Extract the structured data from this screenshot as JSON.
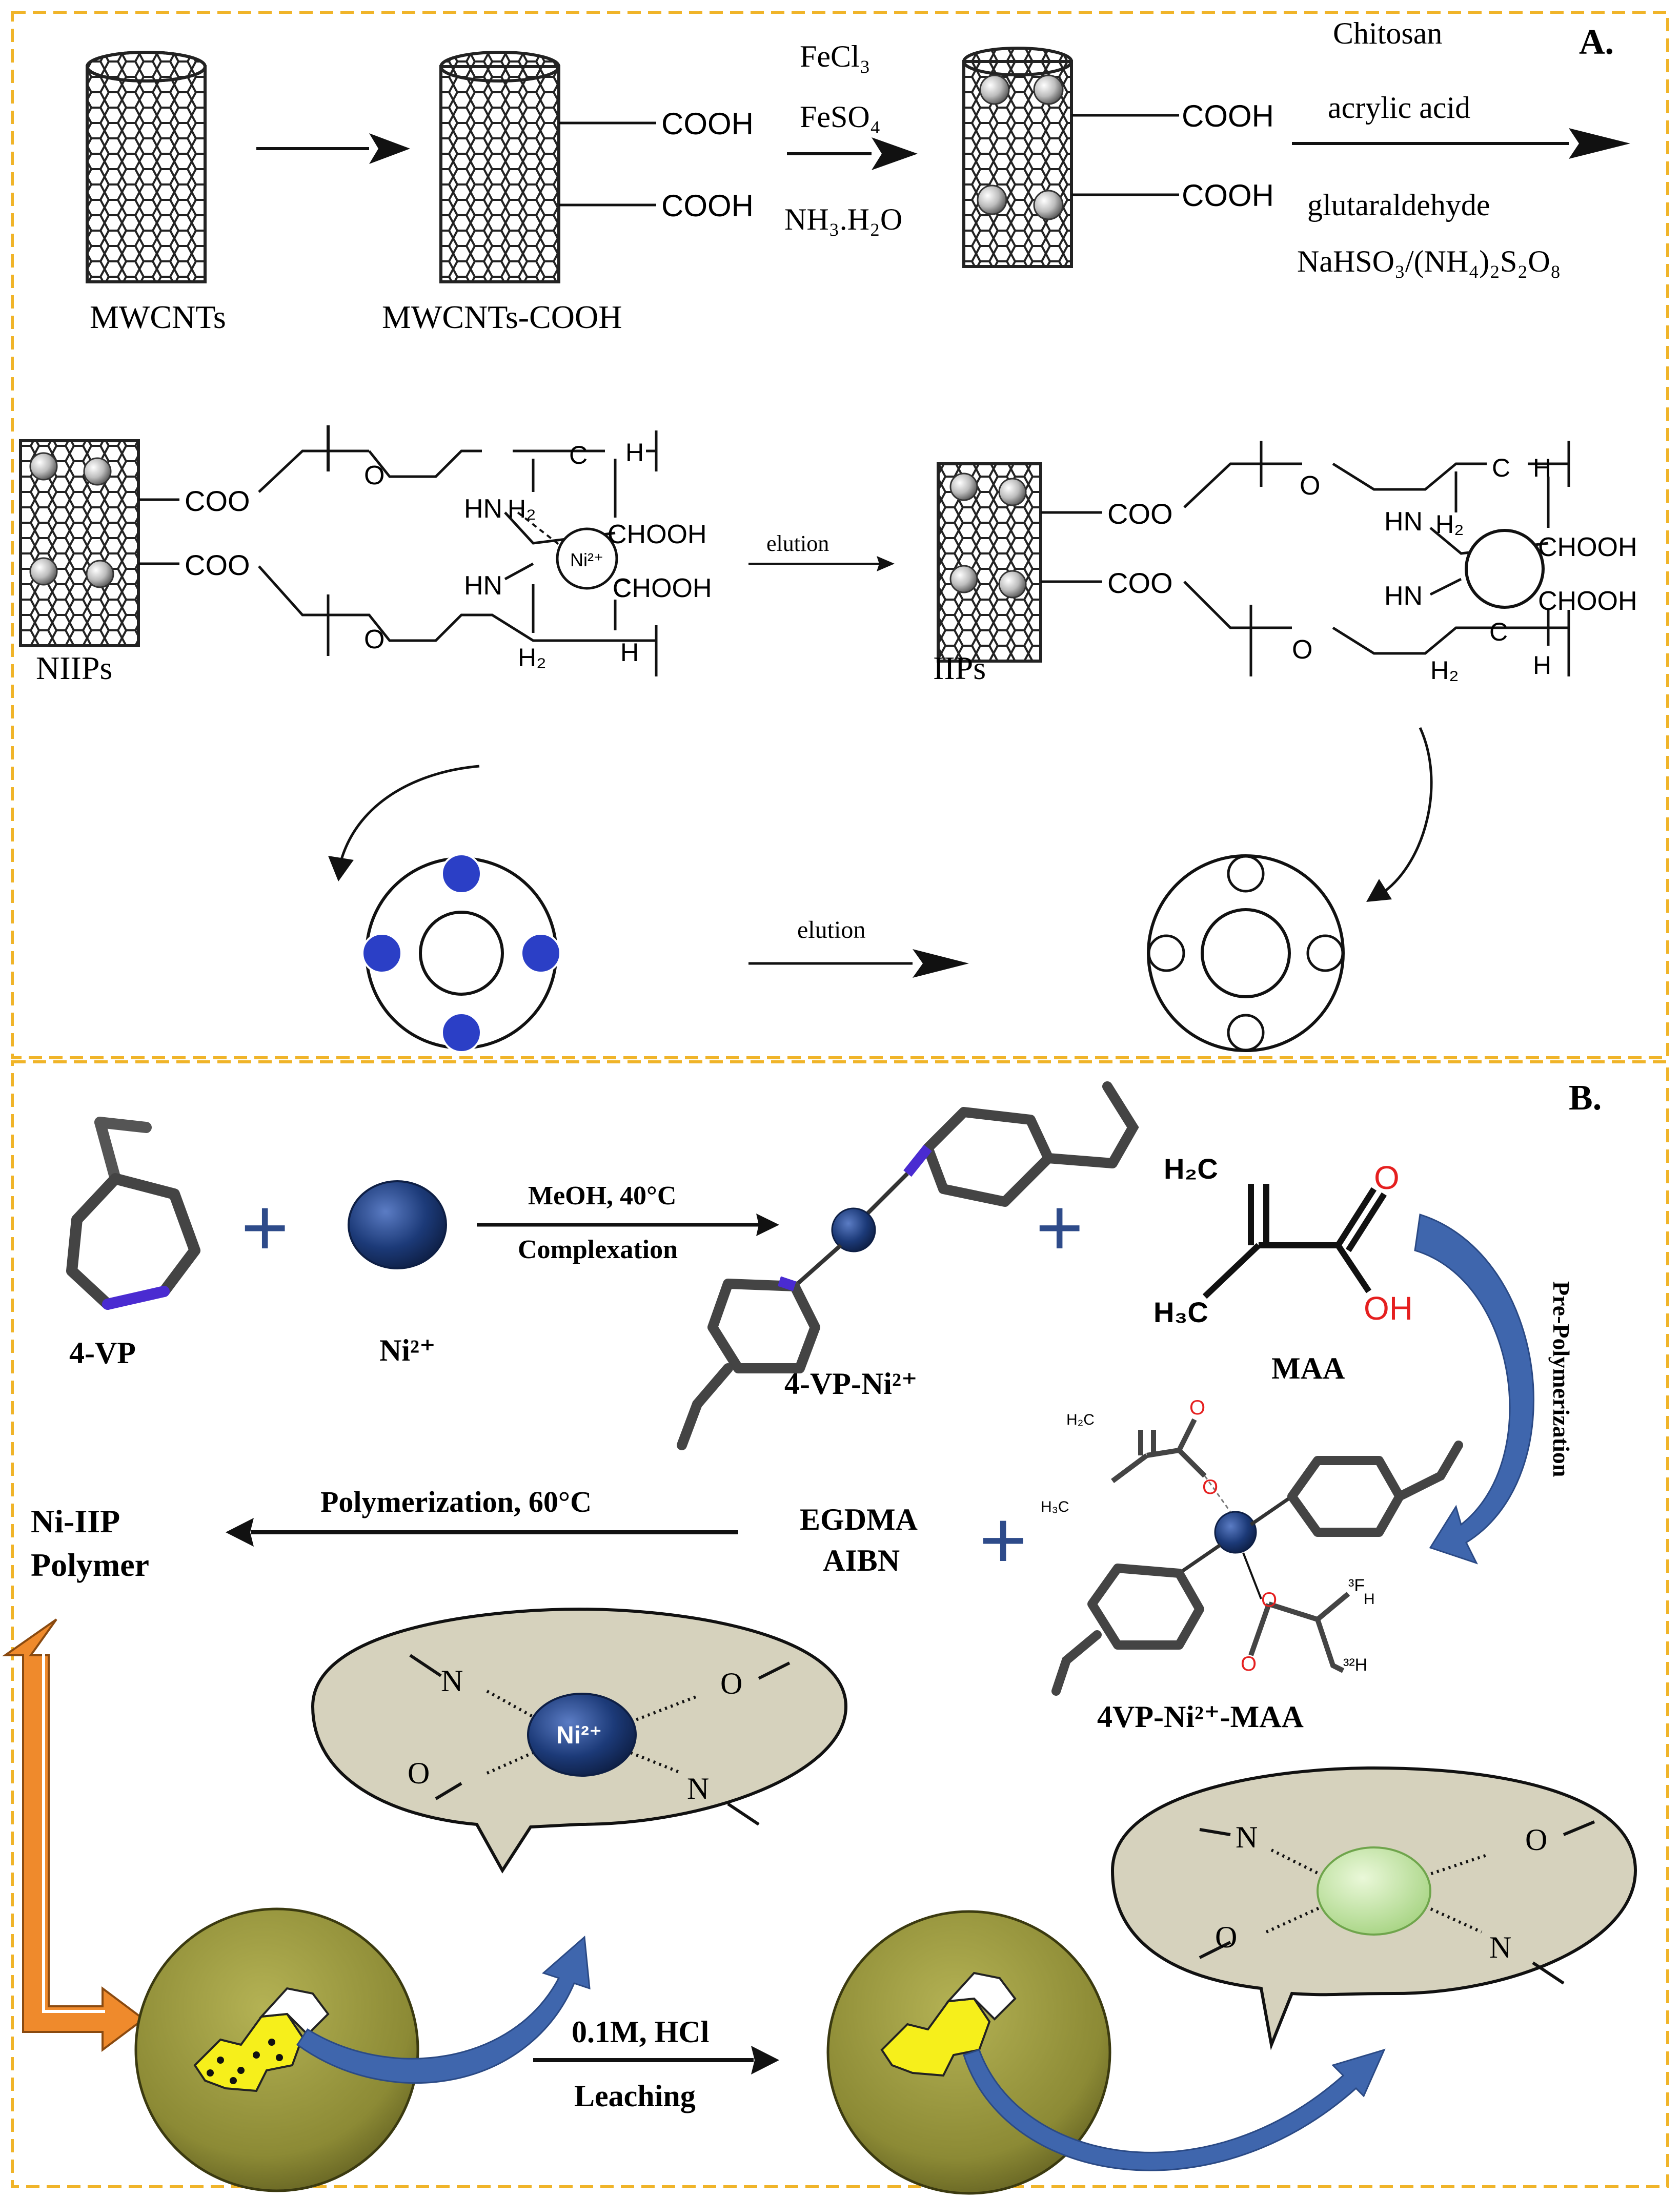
{
  "panel_a": {
    "label": "A.",
    "mwcnts_label": "MWCNTs",
    "mwcnts_cooh_label": "MWCNTs-COOH",
    "cooh": "COOH",
    "reagents_1": [
      "FeCl₃",
      "FeSO₄",
      "NH₃.H₂O"
    ],
    "reagents_2": [
      "Chitosan",
      "acrylic acid",
      "glutaraldehyde",
      "NaHSO₃/(NH₄)₂S₂O₈"
    ],
    "niips_label": "NIIPs",
    "iips_label": "IIPs",
    "elution": "elution",
    "coo": "COO",
    "o": "O",
    "hn": "HN",
    "h": "H",
    "c": "C",
    "h2": "H₂",
    "chooh": "CHOOH",
    "ni_ion": "Ni²⁺"
  },
  "panel_b": {
    "label": "B.",
    "vp_label": "4-VP",
    "ni_label": "Ni²⁺",
    "step1_top": "MeOH, 40°C",
    "step1_bottom": "Complexation",
    "vp_ni_label": "4-VP-Ni²⁺",
    "maa_label": "MAA",
    "maa_h2c": "H₂C",
    "maa_h3c": "H₃C",
    "maa_o": "O",
    "maa_oh": "OH",
    "prepoly": "Pre-Polymerization",
    "complex_label": "4VP-Ni²⁺-MAA",
    "complex_h2c": "H₂C",
    "complex_h3c": "H₃C",
    "complex_o": "O",
    "complex_f": "³F",
    "complex_h": "H",
    "complex_2h": "³²H",
    "egdma": "EGDMA",
    "aibn": "AIBN",
    "poly_step": "Polymerization, 60°C",
    "product_line1": "Ni-IIP",
    "product_line2": "Polymer",
    "n": "N",
    "o": "O",
    "bubble_ion": "Ni²⁺",
    "leach_top": "0.1M, HCl",
    "leach_bottom": "Leaching"
  },
  "colors": {
    "frame": "#f0b429",
    "ni_blue": "#1c3a78",
    "bubble_fill": "#d6d2bd",
    "particle_olive": "#8c8a35",
    "cavity_green": "#c5e6a6",
    "curve_arrow_blue": "#3f66ad",
    "orange_arrow": "#ef8a2c",
    "imprint_yellow": "#f6ef1b",
    "acid_red": "#e51f1f"
  }
}
